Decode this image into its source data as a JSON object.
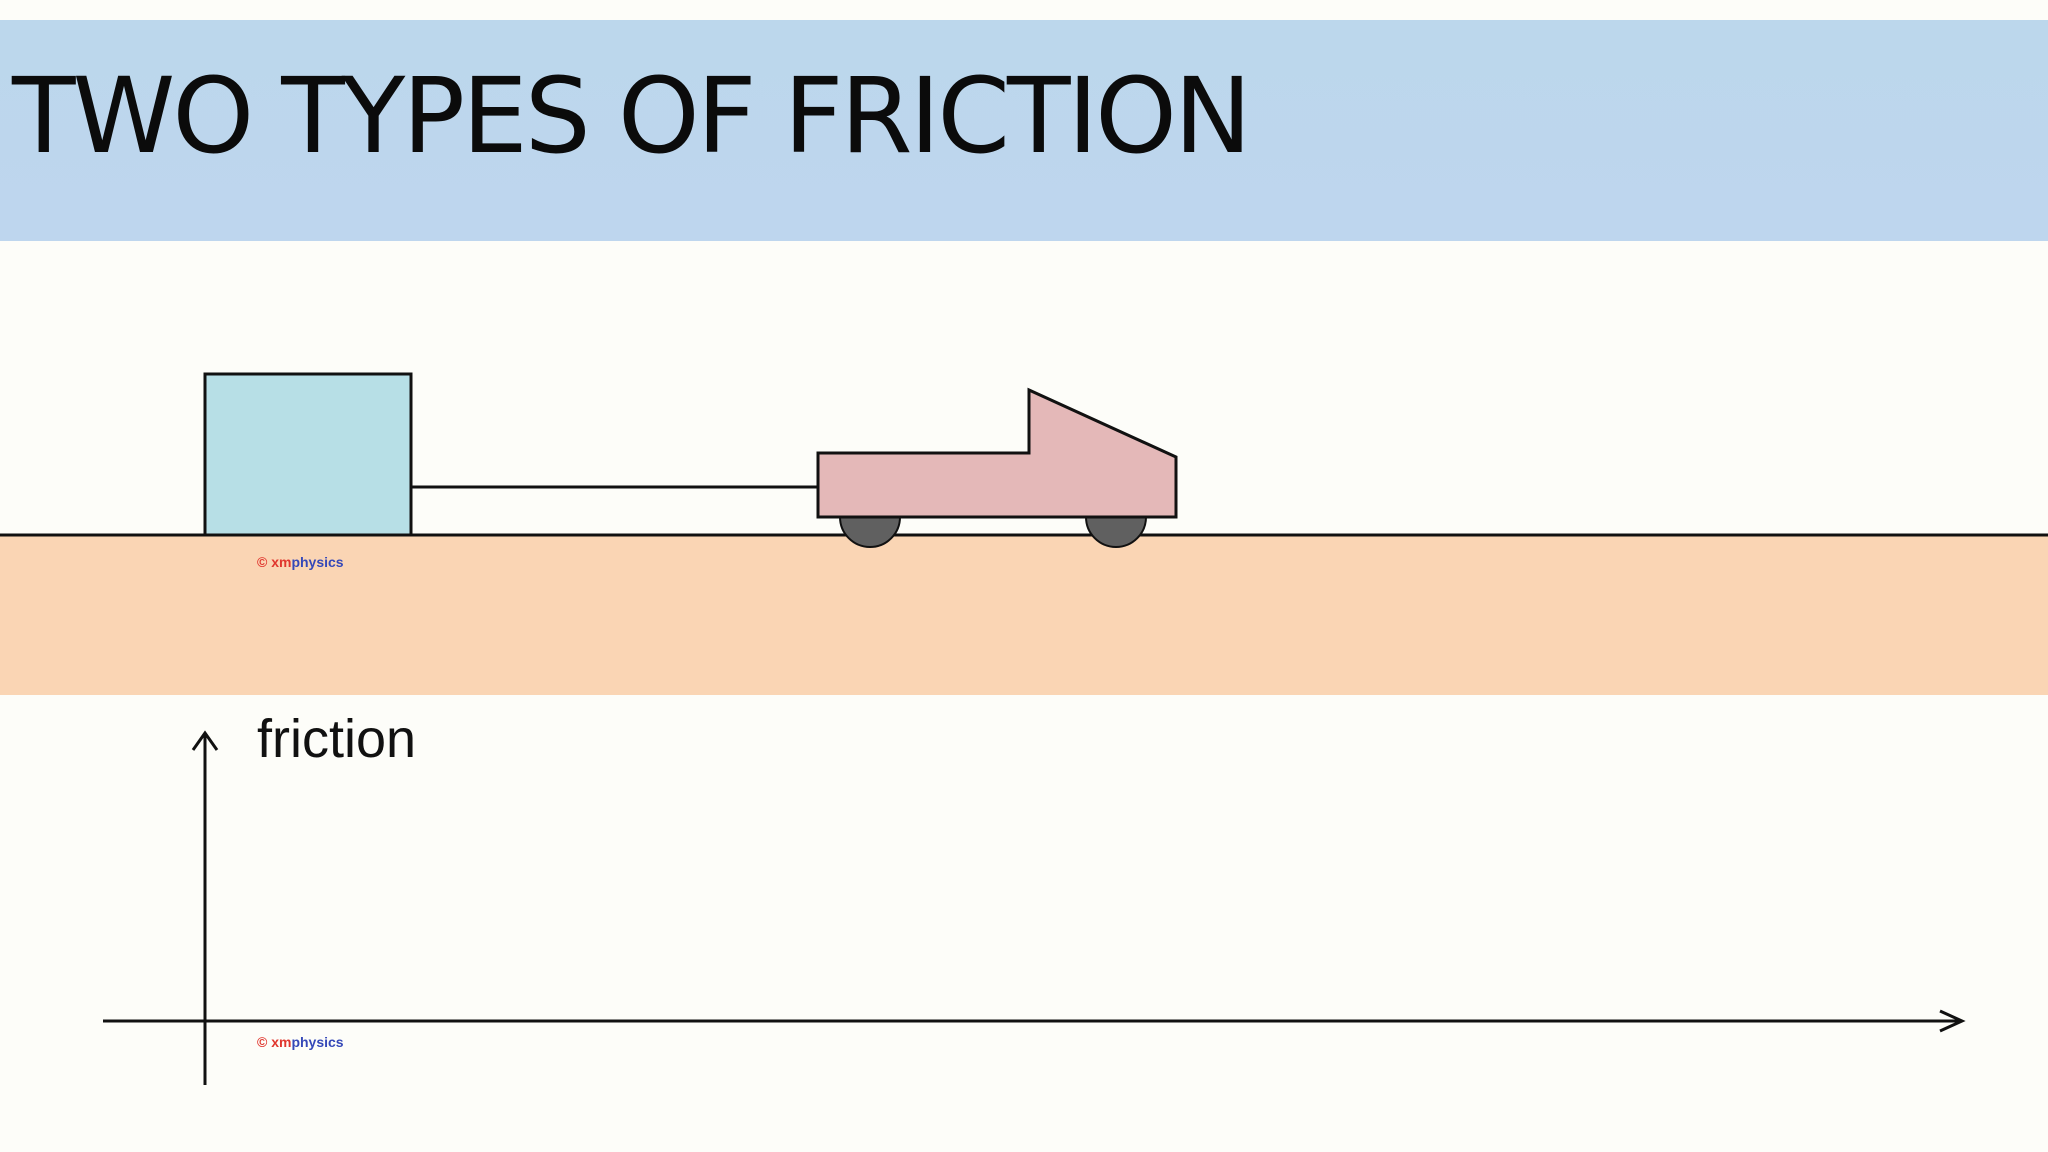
{
  "slide": {
    "title": "TWO TYPES OF FRICTION"
  },
  "scene": {
    "watermark_symbol": "©",
    "watermark_prefix": "xm",
    "watermark_suffix": "physics",
    "colors": {
      "title_band": "#bcd7ec",
      "ground": "#fad5b4",
      "block": "#b7dfe6",
      "truck": "#e4b8b8",
      "wheel": "#606060"
    }
  },
  "graph": {
    "y_axis_label": "friction",
    "watermark_symbol": "©",
    "watermark_prefix": "xm",
    "watermark_suffix": "physics"
  }
}
